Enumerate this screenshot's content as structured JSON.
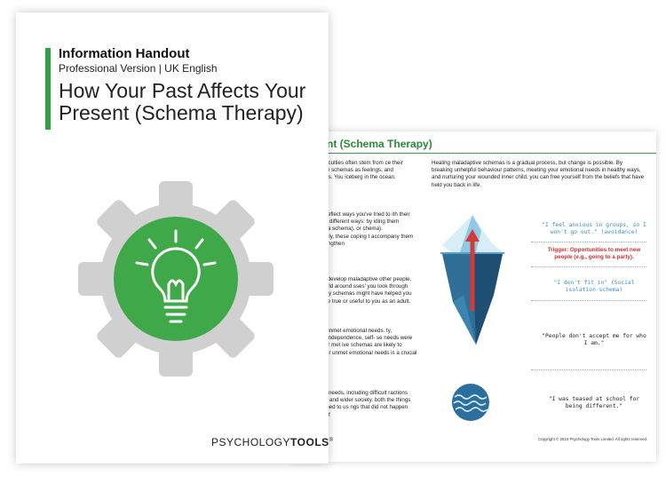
{
  "cover": {
    "handout_label": "Information Handout",
    "version_label": "Professional Version | UK English",
    "title": "How Your Past Affects Your Present (Schema Therapy)",
    "brand_prefix": "PSYCHOLOGY",
    "brand_suffix": "TOOLS",
    "brand_mark": "®"
  },
  "inner": {
    "title": "esent (Schema Therapy)",
    "left_paragraphs": [
      "ersonal difficulties often stem from ce their maladaptive schemas as feelings, and relationships. You iceberg in the ocean.",
      "r life likely reflect ways you've tried to ith their schemas in different ways: by iding them ('escaping' a schema), or chema). Unfortunately, these coping t accompany them tend to strengthen",
      "ge, people develop maladaptive other people, and the world around sses' you look through when you try schemas might have helped you make not be true or useful to you as an adult.",
      "arise from unmet emotional needs. ty, belonging, independence, self- se needs were unfulfilled or met ive schemas are likely to develop. For unmet emotional needs is a crucial step",
      "t emotional needs, including difficult ractions with friends and wider society. both the things that happened to us ngs that did not happen (e.g., lack of"
    ],
    "right_intro": "Healing maladaptive schemas is a gradual process, but change is possible. By breaking unhelpful behaviour patterns, meeting your emotional needs in healthy ways, and nurturing your wounded inner child, you can free yourself from the beliefs that have held you back in life.",
    "annotations": {
      "behaviour": "\"I feel anxious in groups, so I won't go out.\" (avoidance)",
      "trigger": "Trigger: Opportunities to meet new people (e.g., going to a party).",
      "thought": "\"I don't fit in\" (Social isolation schema)",
      "belief": "\"People don't accept me for who I am.\"",
      "memory": "\"I was teased at school for being different.\""
    },
    "copyright": "Copyright © 2024 Psychology Tools Limited. All rights reserved."
  },
  "colors": {
    "accent_green": "#2fa043",
    "gear_gray": "#d0d0d0",
    "bulb_green": "#3fa94a",
    "annotation_blue": "#3b8fc9",
    "trigger_red": "#d22d2d"
  },
  "icons": {
    "gear": "gear-icon",
    "bulb": "lightbulb-icon",
    "iceberg": "iceberg-icon",
    "ocean": "ocean-waves-icon"
  }
}
